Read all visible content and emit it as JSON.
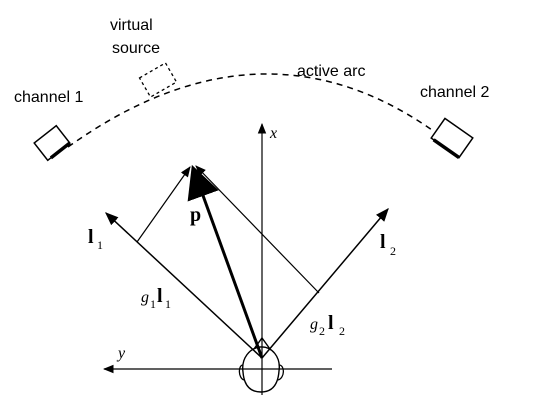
{
  "labels": {
    "virtual_source_line1": "virtual",
    "virtual_source_line2": "source",
    "active_arc": "active arc",
    "channel1": "channel 1",
    "channel2": "channel 2",
    "x_axis": "x",
    "y_axis": "y",
    "vec_p": "p",
    "vec_l1_main": "l",
    "vec_l1_sub": "1",
    "vec_l2_main": "l",
    "vec_l2_sub": "2",
    "g1_main": "g",
    "g1_sub": "1",
    "g1_vec": "l",
    "g1_vec_sub": "1",
    "g2_main": "g",
    "g2_sub": "2",
    "g2_vec": "l",
    "g2_vec_sub": "2"
  },
  "colors": {
    "ink": "#000000",
    "background": "#ffffff"
  }
}
